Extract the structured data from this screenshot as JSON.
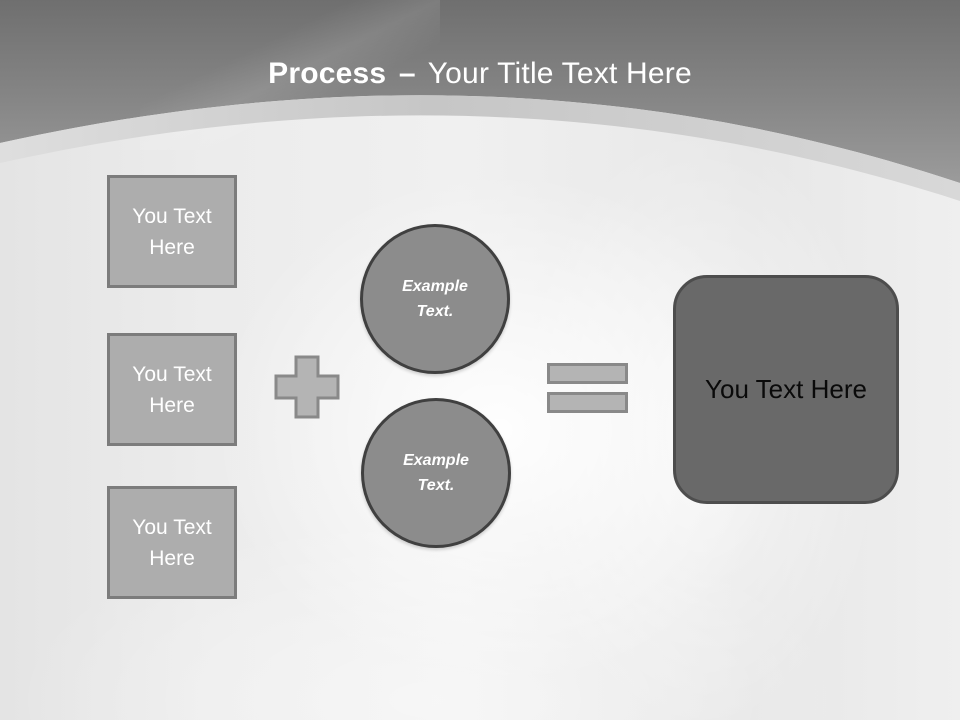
{
  "title": {
    "emphasis": "Process",
    "separator": "–",
    "text": "Your Title Text Here"
  },
  "diagram": {
    "input_boxes": [
      {
        "label": "You Text Here"
      },
      {
        "label": "You Text Here"
      },
      {
        "label": "You Text Here"
      }
    ],
    "operators": {
      "plus_icon": "plus-sign",
      "equals_icon": "equals-sign"
    },
    "example_circles": [
      {
        "label": "Example Text."
      },
      {
        "label": "Example Text."
      }
    ],
    "result_box": {
      "label": "You Text Here"
    }
  },
  "colors": {
    "header_gradient_top": "#6f6f6f",
    "header_gradient_bottom": "#9b9b9b",
    "curve_band": "#cccccc",
    "body_background": "#ececec",
    "title_text": "#ffffff",
    "input_box_fill": "#adadad",
    "input_box_border": "#7c7c7c",
    "input_box_text": "#ffffff",
    "operator_fill": "#b4b4b4",
    "operator_border": "#898989",
    "circle_fill": "#8c8c8c",
    "circle_border": "#404040",
    "circle_text": "#ffffff",
    "result_fill": "#696969",
    "result_border": "#4d4d4d",
    "result_text": "#0a0a0a"
  }
}
